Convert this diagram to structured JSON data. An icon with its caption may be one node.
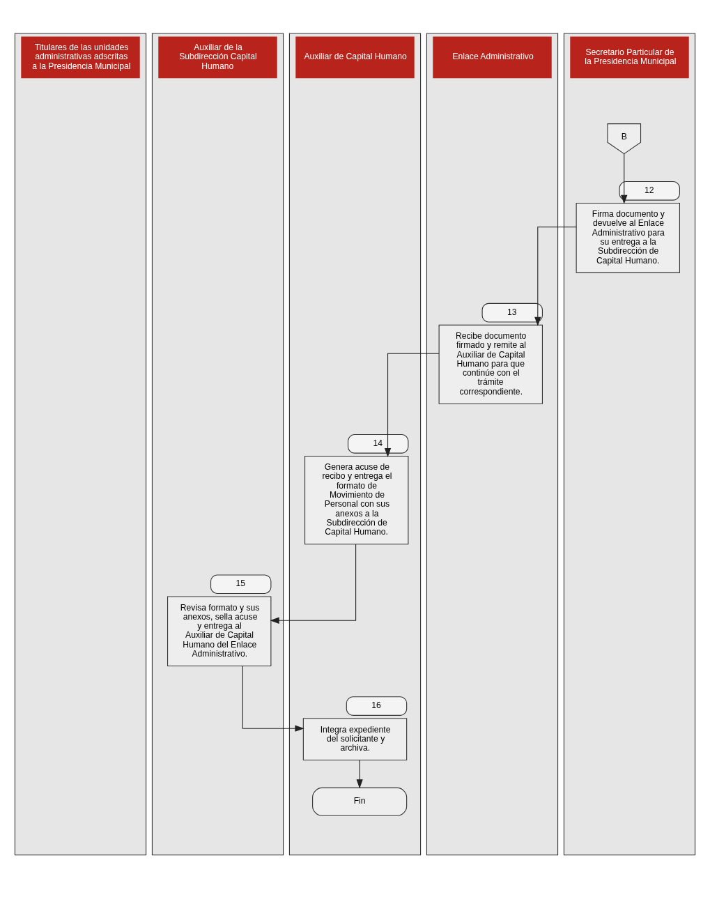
{
  "diagram": {
    "nodes": [
      {
        "text": [
          "Titulares de las unidades administrativas adscritas a la Presidencia Municipal"
        ]
      },
      {
        "text": [
          "Enlace Administrativo"
        ]
      },
      {
        "text": [
          "Auxiliar de Capital Humano"
        ]
      },
      {
        "text": [
          "Secretario Particular de la Presidencia Municipal"
        ]
      },
      {
        "text": [
          "Auxiliar de la Subdirección Capital Humano"
        ]
      },
      {
        "text": [
          "B"
        ],
        "in": 3
      },
      {
        "text": [
          "Firma documento y devuelve al Enlace Administrativo para su entrega a la Subdirección de Capital Humano."
        ],
        "beside": [
          "12"
        ],
        "in": 3
      },
      {
        "text": [
          "Recibe documento firmado y remite al Auxiliar de Capital Humano para que continúe con el trámite correspondiente."
        ],
        "beside": [
          "13"
        ],
        "in": 1
      },
      {
        "text": [
          "Genera acuse de recibo y entrega el formato de Movimiento de Personal con sus anexos a la Subdirección de Capital Humano."
        ],
        "beside": [
          "14"
        ],
        "in": 2
      },
      {
        "text": [
          "Revisa formato y sus anexos, sella acuse y entrega al Auxiliar de Capital Humano del Enlace Administrativo."
        ],
        "beside": [
          "15"
        ],
        "in": 4
      },
      {
        "text": [
          "Integra expediente del solicitante y archiva."
        ],
        "beside": [
          "16"
        ],
        "in": 2
      },
      {
        "text": [
          "Fin"
        ],
        "in": 2
      }
    ],
    "edges": [
      {
        "from": 5,
        "to": 6,
        "arrow": "to"
      },
      {
        "from": 6,
        "to": 7,
        "arrow": "to"
      },
      {
        "from": 7,
        "to": 8,
        "arrow": "to"
      },
      {
        "from": 8,
        "to": 9,
        "arrow": "to"
      },
      {
        "from": 9,
        "to": 10,
        "arrow": "to"
      },
      {
        "from": 10,
        "to": 11,
        "arrow": "to"
      }
    ]
  }
}
